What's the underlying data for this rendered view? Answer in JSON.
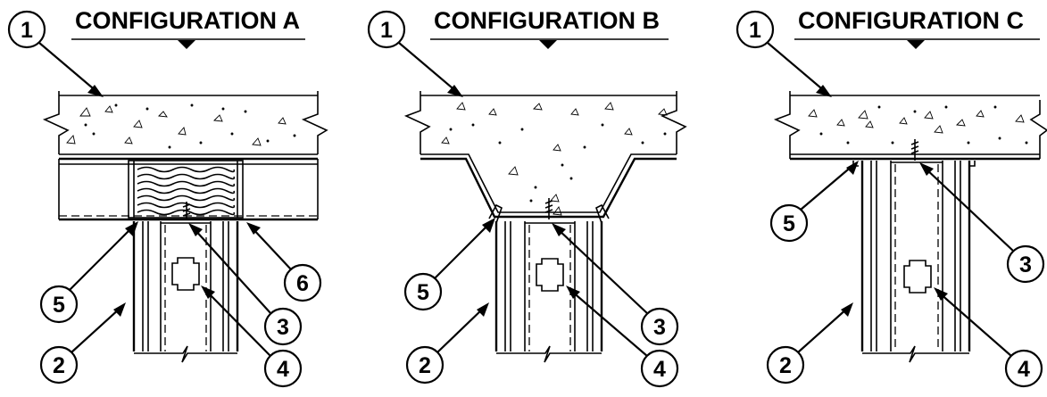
{
  "configurations": [
    {
      "title": "CONFIGURATION A",
      "callouts": [
        "1",
        "2",
        "3",
        "4",
        "5",
        "6"
      ]
    },
    {
      "title": "CONFIGURATION B",
      "callouts": [
        "1",
        "2",
        "3",
        "4",
        "5"
      ]
    },
    {
      "title": "CONFIGURATION C",
      "callouts": [
        "1",
        "2",
        "3",
        "4",
        "5"
      ]
    }
  ]
}
